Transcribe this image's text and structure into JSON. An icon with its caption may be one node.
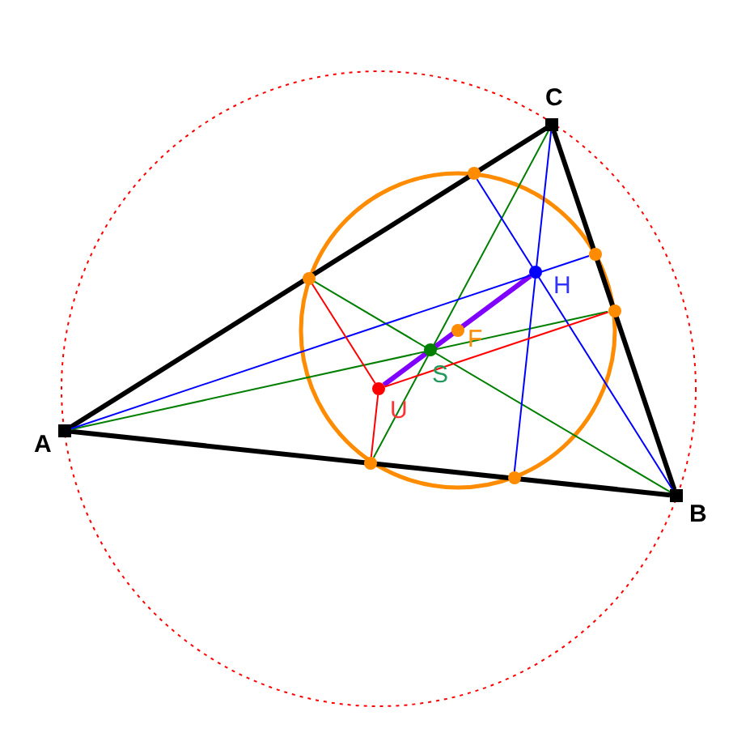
{
  "diagram": {
    "nodes": [
      {
        "text": [
          "A"
        ]
      },
      {
        "text": [
          "C"
        ]
      },
      {
        "text": [
          "B"
        ]
      },
      {
        "text": [
          "U"
        ]
      },
      {
        "text": [
          "S"
        ]
      },
      {
        "text": [
          "F"
        ]
      },
      {
        "text": [
          "H"
        ]
      },
      {
        "text": [],
        "shape": "circle"
      },
      {
        "text": [],
        "shape": "circle"
      },
      {
        "text": [],
        "shape": "circle"
      },
      {
        "text": [],
        "shape": "circle"
      },
      {
        "text": [],
        "shape": "circle"
      },
      {
        "text": [],
        "shape": "circle"
      }
    ],
    "edges": [
      {
        "from": 0,
        "to": 1,
        "arrow": "none",
        "style": "thick"
      },
      {
        "from": 1,
        "to": 2,
        "arrow": "none",
        "style": "thick"
      },
      {
        "from": 2,
        "to": 0,
        "arrow": "none",
        "style": "thick"
      },
      {
        "from": 3,
        "to": 6,
        "arrow": "none",
        "style": "thick",
        "color": "#8000ff"
      },
      {
        "from": 0,
        "to": 12,
        "arrow": "none",
        "color": "#007f00"
      },
      {
        "from": 2,
        "to": 7,
        "arrow": "none",
        "color": "#007f00"
      },
      {
        "from": 1,
        "to": 8,
        "arrow": "none",
        "color": "#007f00"
      },
      {
        "from": 0,
        "to": 11,
        "arrow": "none",
        "color": "#0000ff"
      },
      {
        "from": 2,
        "to": 9,
        "arrow": "none",
        "color": "#0000ff"
      },
      {
        "from": 1,
        "to": 10,
        "arrow": "none",
        "color": "#0000ff"
      },
      {
        "from": 3,
        "to": 7,
        "arrow": "none",
        "color": "#ff0000"
      },
      {
        "from": 3,
        "to": 12,
        "arrow": "none",
        "color": "#ff0000"
      },
      {
        "from": 3,
        "to": 8,
        "arrow": "none",
        "color": "#ff0000"
      }
    ]
  }
}
